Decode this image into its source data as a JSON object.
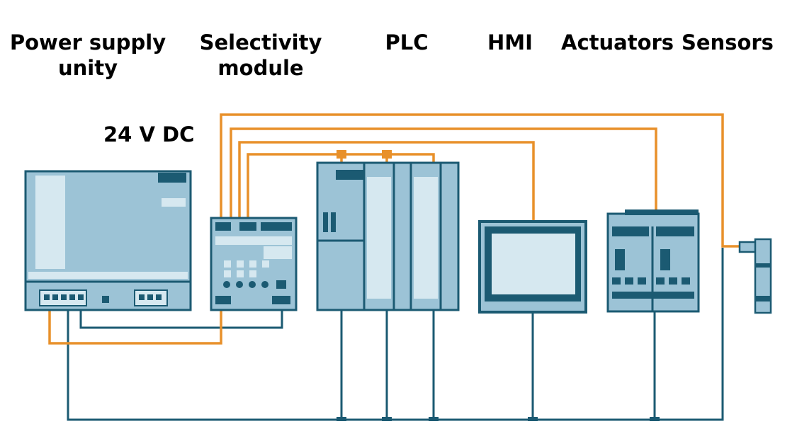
{
  "labels": {
    "power_supply": {
      "line1": "Power supply",
      "line2": "unity"
    },
    "selectivity": {
      "line1": "Selectivity",
      "line2": "module"
    },
    "plc": "PLC",
    "hmi": "HMI",
    "actuators": "Actuators",
    "sensors": "Sensors",
    "voltage": "24 V DC"
  },
  "colors": {
    "wire_positive": "#E8902A",
    "wire_ground": "#1B5A72",
    "device_outline": "#1B5A72",
    "device_fill": "#9CC3D6",
    "device_light": "#D6E8F0"
  }
}
